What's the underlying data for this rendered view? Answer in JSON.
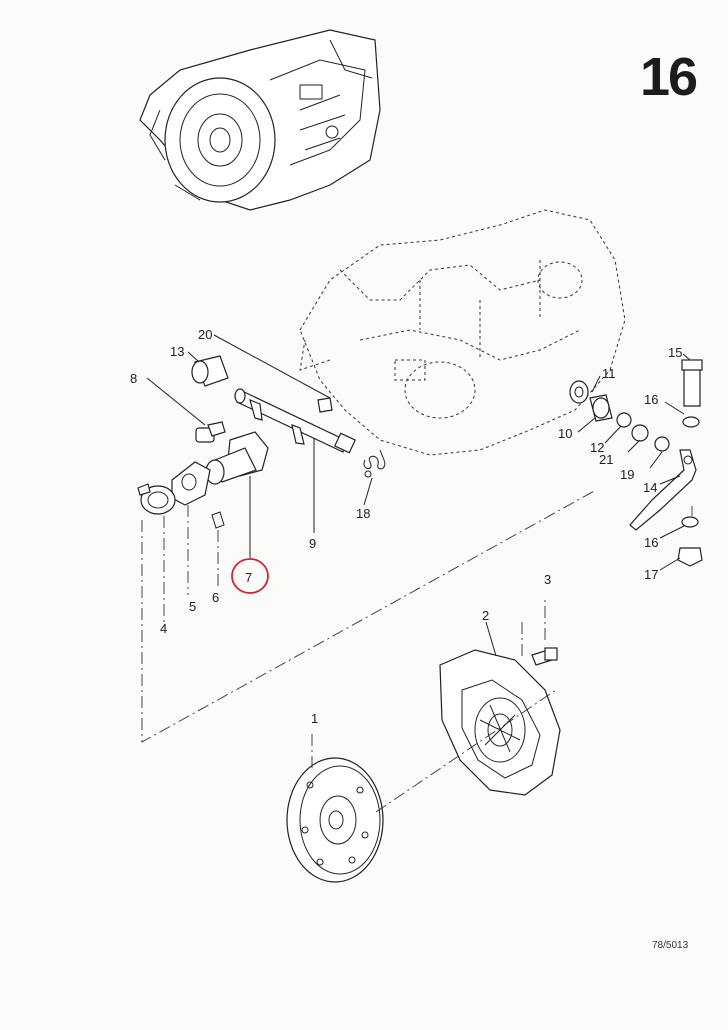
{
  "page_number": "16",
  "drawing_ref": "78/5013",
  "callouts": [
    {
      "id": "1",
      "label": "1"
    },
    {
      "id": "2",
      "label": "2"
    },
    {
      "id": "3",
      "label": "3"
    },
    {
      "id": "4",
      "label": "4"
    },
    {
      "id": "5",
      "label": "5"
    },
    {
      "id": "6",
      "label": "6"
    },
    {
      "id": "7",
      "label": "7",
      "highlighted": true
    },
    {
      "id": "8",
      "label": "8"
    },
    {
      "id": "9",
      "label": "9"
    },
    {
      "id": "10",
      "label": "10"
    },
    {
      "id": "11",
      "label": "11"
    },
    {
      "id": "12",
      "label": "12"
    },
    {
      "id": "13",
      "label": "13"
    },
    {
      "id": "14",
      "label": "14"
    },
    {
      "id": "15",
      "label": "15"
    },
    {
      "id": "16a",
      "label": "16"
    },
    {
      "id": "16b",
      "label": "16"
    },
    {
      "id": "17",
      "label": "17"
    },
    {
      "id": "18",
      "label": "18"
    },
    {
      "id": "19",
      "label": "19"
    },
    {
      "id": "20",
      "label": "20"
    },
    {
      "id": "21",
      "label": "21"
    }
  ],
  "colors": {
    "ink": "#222222",
    "paper": "#fbfbfa",
    "highlight_circle": "#d0242b"
  }
}
